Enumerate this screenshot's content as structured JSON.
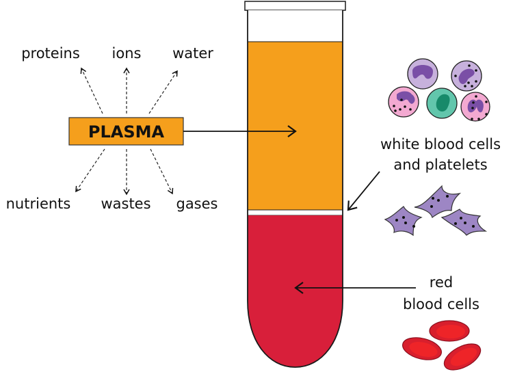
{
  "title": "Blood composition after centrifugation",
  "colors": {
    "plasma": "#f59f1c",
    "red_cells_layer": "#d81f3a",
    "buffy_coat": "#ffffff",
    "outline": "#1a1a1a",
    "platelet": "#9d86c4",
    "rbc_outer": "#d81f2d",
    "rbc_inner": "#ee2428"
  },
  "plasma_box": {
    "label": "PLASMA"
  },
  "plasma_components": {
    "top": [
      "proteins",
      "ions",
      "water"
    ],
    "bottom": [
      "nutrients",
      "wastes",
      "gases"
    ]
  },
  "labels": {
    "wbc_line1": "white blood cells",
    "wbc_line2": "and platelets",
    "rbc_line1": "red",
    "rbc_line2": "blood cells"
  },
  "tube_layers": [
    "empty headspace",
    "plasma",
    "white blood cells and platelets",
    "red blood cells"
  ]
}
